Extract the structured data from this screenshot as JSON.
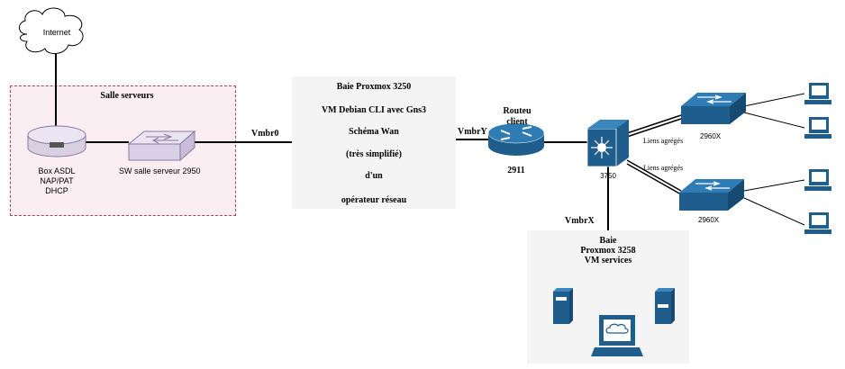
{
  "internet": {
    "label": "Internet"
  },
  "salle": {
    "title": "Salle serveurs"
  },
  "box_asdl": {
    "line1": "Box ASDL",
    "line2": "NAP/PAT",
    "line3": "DHCP"
  },
  "sw_salle": {
    "label": "SW salle serveur  2950"
  },
  "links": {
    "vmbr0": "Vmbr0",
    "vmbry": "VmbrY",
    "vmbrx": "VmbrX",
    "agg1": "Liens agrégés",
    "agg2": "Liens agrégés"
  },
  "baie1": {
    "line1": "Baie Proxmox 3250",
    "line2": "VM Debian CLI  avec Gns3",
    "line3": "Schéma Wan",
    "line4": "(très simplifié)",
    "line5": "d'un",
    "line6": "opérateur réseau"
  },
  "router": {
    "title_line1": "Routeu",
    "title_line2": "client",
    "model": "2911"
  },
  "switch3750": {
    "model": "3750"
  },
  "sw2960_top": {
    "model": "2960X"
  },
  "sw2960_bottom": {
    "model": "2960X"
  },
  "baie2": {
    "line1": "Baie",
    "line2": "Proxmox 3258",
    "line3": "VM services"
  },
  "colors": {
    "cisco_blue": "#1f5d8c",
    "salle_bg": "#fbeef3",
    "salle_border": "#b0405a",
    "baie_bg": "#f4f4f4",
    "switch_purple": "#d9d0e6"
  }
}
